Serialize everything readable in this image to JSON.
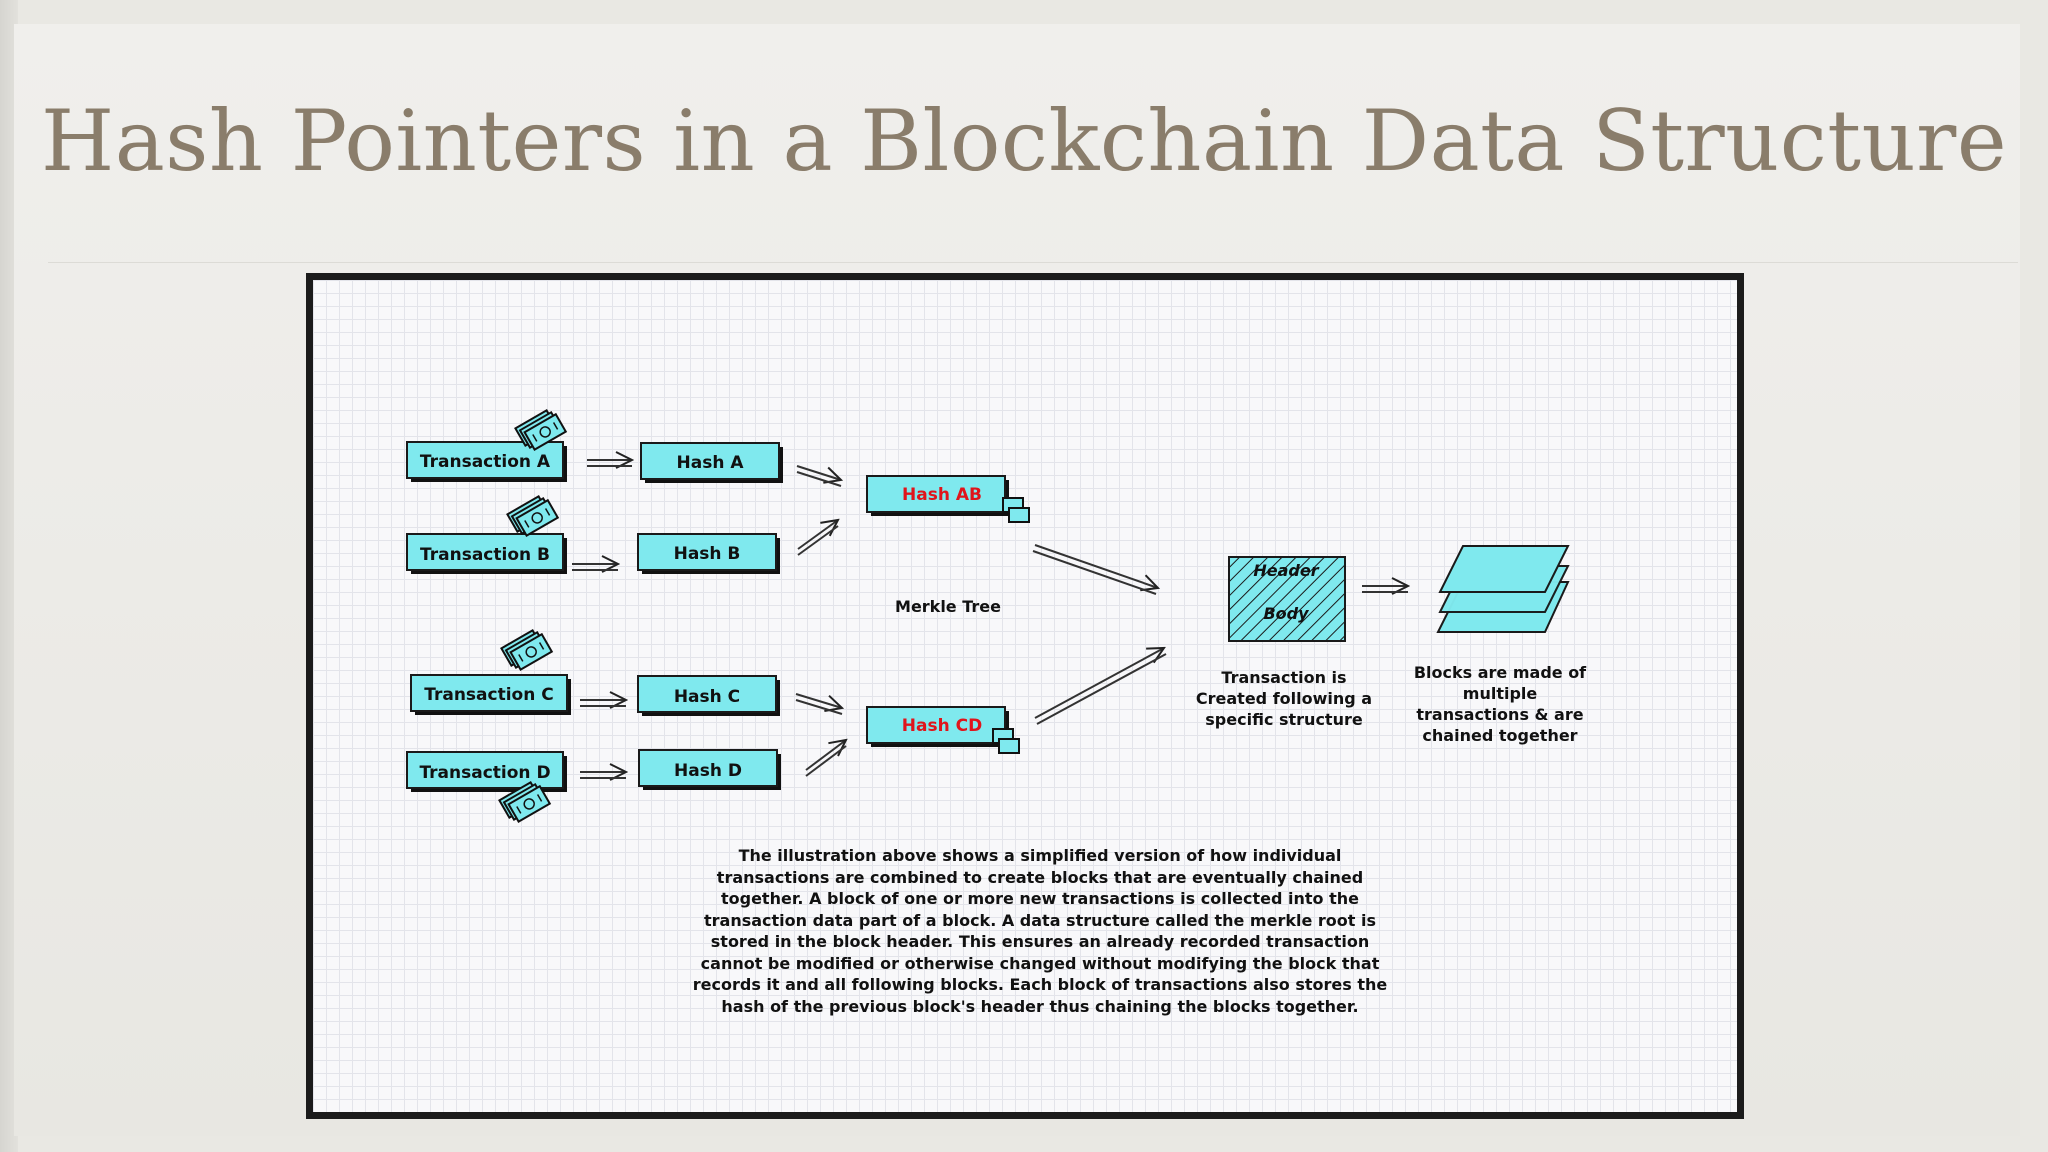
{
  "slide": {
    "title": "Hash Pointers in a Blockchain Data Structure"
  },
  "diagram": {
    "transactions": [
      "Transaction A",
      "Transaction B",
      "Transaction C",
      "Transaction D"
    ],
    "hashes": [
      "Hash A",
      "Hash B",
      "Hash C",
      "Hash D"
    ],
    "pair_hashes": [
      "Hash AB",
      "Hash CD"
    ],
    "merkle_label": "Merkle Tree",
    "block": {
      "header": "Header",
      "body": "Body"
    },
    "block_caption": [
      "Transaction is",
      "Created following a",
      "specific structure"
    ],
    "chain_caption": [
      "Blocks are made of",
      "multiple",
      "transactions & are",
      "chained together"
    ],
    "paragraph": "The illustration above shows a simplified version of how individual transactions are combined to create blocks that are eventually chained together. A block of one or more new transactions is collected into the transaction data part of a block. A data structure called the merkle root is stored in the block header.  This ensures an already recorded transaction cannot be modified or otherwise changed without modifying the block that records it and all following blocks. Each block of transactions also stores the hash of the previous block's header thus chaining the blocks together.",
    "colors": {
      "box_fill": "#7fe9ee",
      "box_border": "#1a1a1a",
      "highlight_text": "#e0141b",
      "grid": "#e3e4ea"
    }
  }
}
